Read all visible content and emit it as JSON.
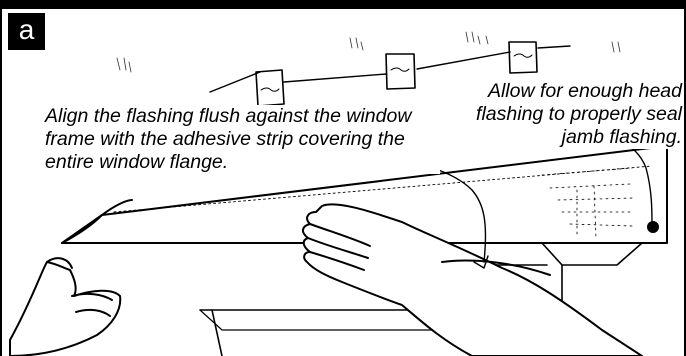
{
  "panel": {
    "label": "a"
  },
  "callouts": {
    "left": "Align the flashing flush against the window frame with the adhesive strip covering the entire window flange.",
    "right": "Allow for enough head flashing to properly seal jamb flashing."
  },
  "colors": {
    "ink": "#000000",
    "paper": "#ffffff"
  }
}
